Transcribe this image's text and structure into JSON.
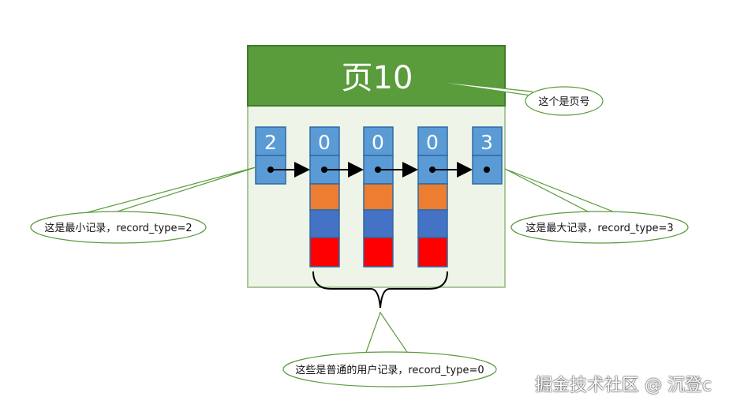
{
  "page": {
    "title": "页10",
    "header_color": "#5a9b3c",
    "body_color": "#eef4e8"
  },
  "records": [
    {
      "type_label": "2",
      "kind": "infimum"
    },
    {
      "type_label": "0",
      "kind": "user"
    },
    {
      "type_label": "0",
      "kind": "user"
    },
    {
      "type_label": "0",
      "kind": "user"
    },
    {
      "type_label": "3",
      "kind": "supremum"
    }
  ],
  "record_colors": {
    "header": "#5b9bd5",
    "field_1": "#ed7d31",
    "field_2": "#4472c4",
    "field_3": "#ff0000"
  },
  "callouts": {
    "page_number": "这个是页号",
    "min_record": "这是最小记录，record_type=2",
    "max_record": "这是最大记录，record_type=3",
    "user_records": "这些是普通的用户记录，record_type=0"
  },
  "watermark": "掘金技术社区 @ 沉登c"
}
